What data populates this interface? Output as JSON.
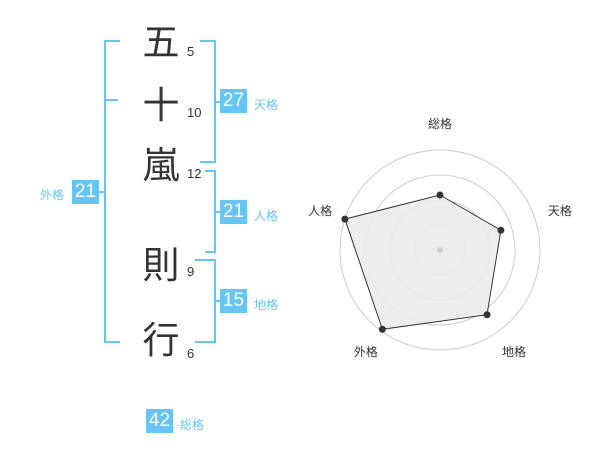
{
  "name": {
    "characters": [
      {
        "char": "五",
        "strokes": "5"
      },
      {
        "char": "十",
        "strokes": "10"
      },
      {
        "char": "嵐",
        "strokes": "12"
      },
      {
        "char": "則",
        "strokes": "9"
      },
      {
        "char": "行",
        "strokes": "6"
      }
    ]
  },
  "fortune": {
    "tenkaku": {
      "value": "27",
      "label": "天格"
    },
    "jinkaku": {
      "value": "21",
      "label": "人格"
    },
    "chikaku": {
      "value": "15",
      "label": "地格"
    },
    "gaikaku": {
      "value": "21",
      "label": "外格"
    },
    "soukaku": {
      "value": "42",
      "label": "総格"
    }
  },
  "colors": {
    "accent": "#66c5f3",
    "text": "#333333",
    "radar_fill": "#e8e8e8",
    "ring": "#cccccc"
  },
  "chart_data": {
    "type": "radar",
    "axes": [
      "総格",
      "天格",
      "地格",
      "外格",
      "人格"
    ],
    "values": [
      0.55,
      0.64,
      0.8,
      0.98,
      1.0
    ],
    "max": 1.0,
    "rings": 4
  }
}
